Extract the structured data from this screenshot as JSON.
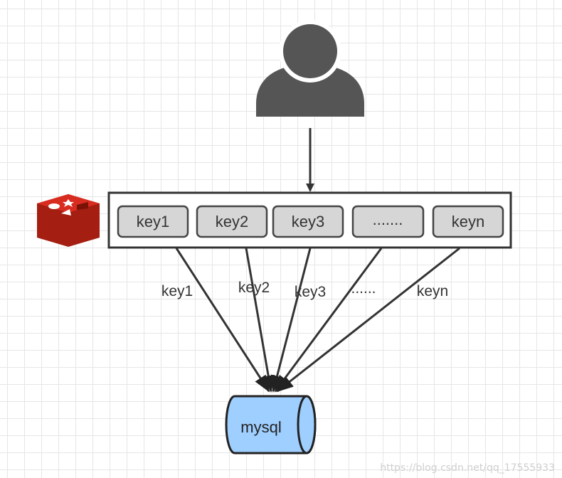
{
  "cache_keys": [
    "key1",
    "key2",
    "key3",
    ".......",
    "keyn"
  ],
  "edge_labels": [
    "key1",
    "key2",
    "key3",
    "......",
    "keyn"
  ],
  "database": {
    "label": "mysql"
  },
  "watermark": "https://blog.csdn.net/qq_17555933",
  "colors": {
    "line": "#333333",
    "user": "#555555",
    "key_fill": "#d6d6d6",
    "key_border": "#444444",
    "db_fill": "#9fcfff",
    "redis_red": "#d82c20",
    "redis_dark": "#a41e11"
  },
  "icons": {
    "user": "user-silhouette-icon",
    "cache": "redis-logo-icon",
    "database": "database-cylinder-icon"
  }
}
